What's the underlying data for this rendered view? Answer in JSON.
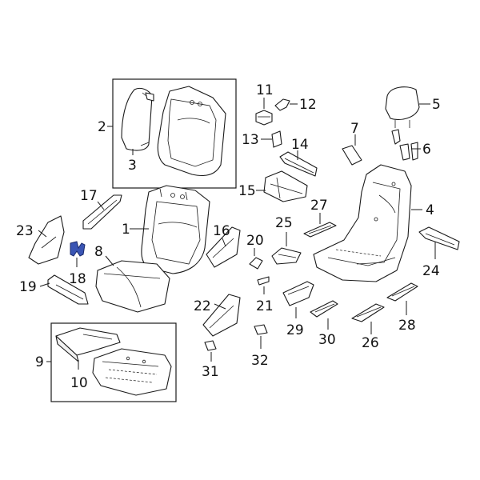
{
  "diagram": {
    "callouts": [
      {
        "id": "1",
        "text": "1"
      },
      {
        "id": "2",
        "text": "2"
      },
      {
        "id": "3",
        "text": "3"
      },
      {
        "id": "4",
        "text": "4"
      },
      {
        "id": "5",
        "text": "5"
      },
      {
        "id": "6",
        "text": "6"
      },
      {
        "id": "7",
        "text": "7"
      },
      {
        "id": "8",
        "text": "8"
      },
      {
        "id": "9",
        "text": "9"
      },
      {
        "id": "10",
        "text": "10"
      },
      {
        "id": "11",
        "text": "11"
      },
      {
        "id": "12",
        "text": "12"
      },
      {
        "id": "13",
        "text": "13"
      },
      {
        "id": "14",
        "text": "14"
      },
      {
        "id": "15",
        "text": "15"
      },
      {
        "id": "16",
        "text": "16"
      },
      {
        "id": "17",
        "text": "17"
      },
      {
        "id": "18",
        "text": "18"
      },
      {
        "id": "19",
        "text": "19"
      },
      {
        "id": "20",
        "text": "20"
      },
      {
        "id": "21",
        "text": "21"
      },
      {
        "id": "22",
        "text": "22"
      },
      {
        "id": "23",
        "text": "23"
      },
      {
        "id": "24",
        "text": "24"
      },
      {
        "id": "25",
        "text": "25"
      },
      {
        "id": "26",
        "text": "26"
      },
      {
        "id": "27",
        "text": "27"
      },
      {
        "id": "28",
        "text": "28"
      },
      {
        "id": "29",
        "text": "29"
      },
      {
        "id": "30",
        "text": "30"
      },
      {
        "id": "31",
        "text": "31"
      },
      {
        "id": "32",
        "text": "32"
      }
    ],
    "highlighted_part": "18",
    "highlight_color": "#3a55b4",
    "line_color": "#1a1a1a"
  }
}
